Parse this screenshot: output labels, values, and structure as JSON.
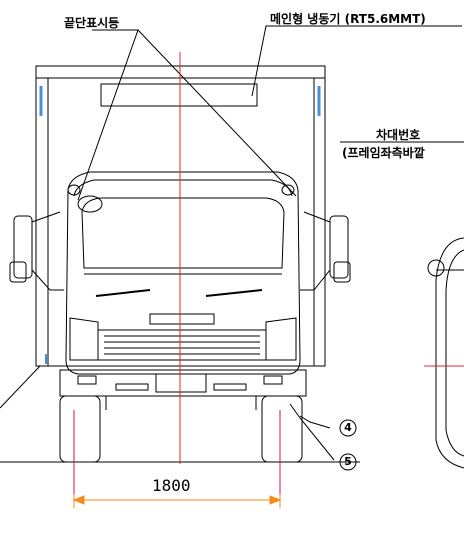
{
  "labels": {
    "marker_lamp": "끝단표시등",
    "refrigerator": "메인형 냉동기 (RT5.6MMT)",
    "plate_number": "차대번호",
    "plate_position": "(프레임좌측바깥",
    "dimension": "1800"
  },
  "callouts": [
    "4",
    "5"
  ],
  "colors": {
    "line": "#000000",
    "centerline": "#e0282c",
    "dimension": "#f28c1a",
    "marker": "#4a90d9",
    "wheel_axis": "#c2185b"
  }
}
